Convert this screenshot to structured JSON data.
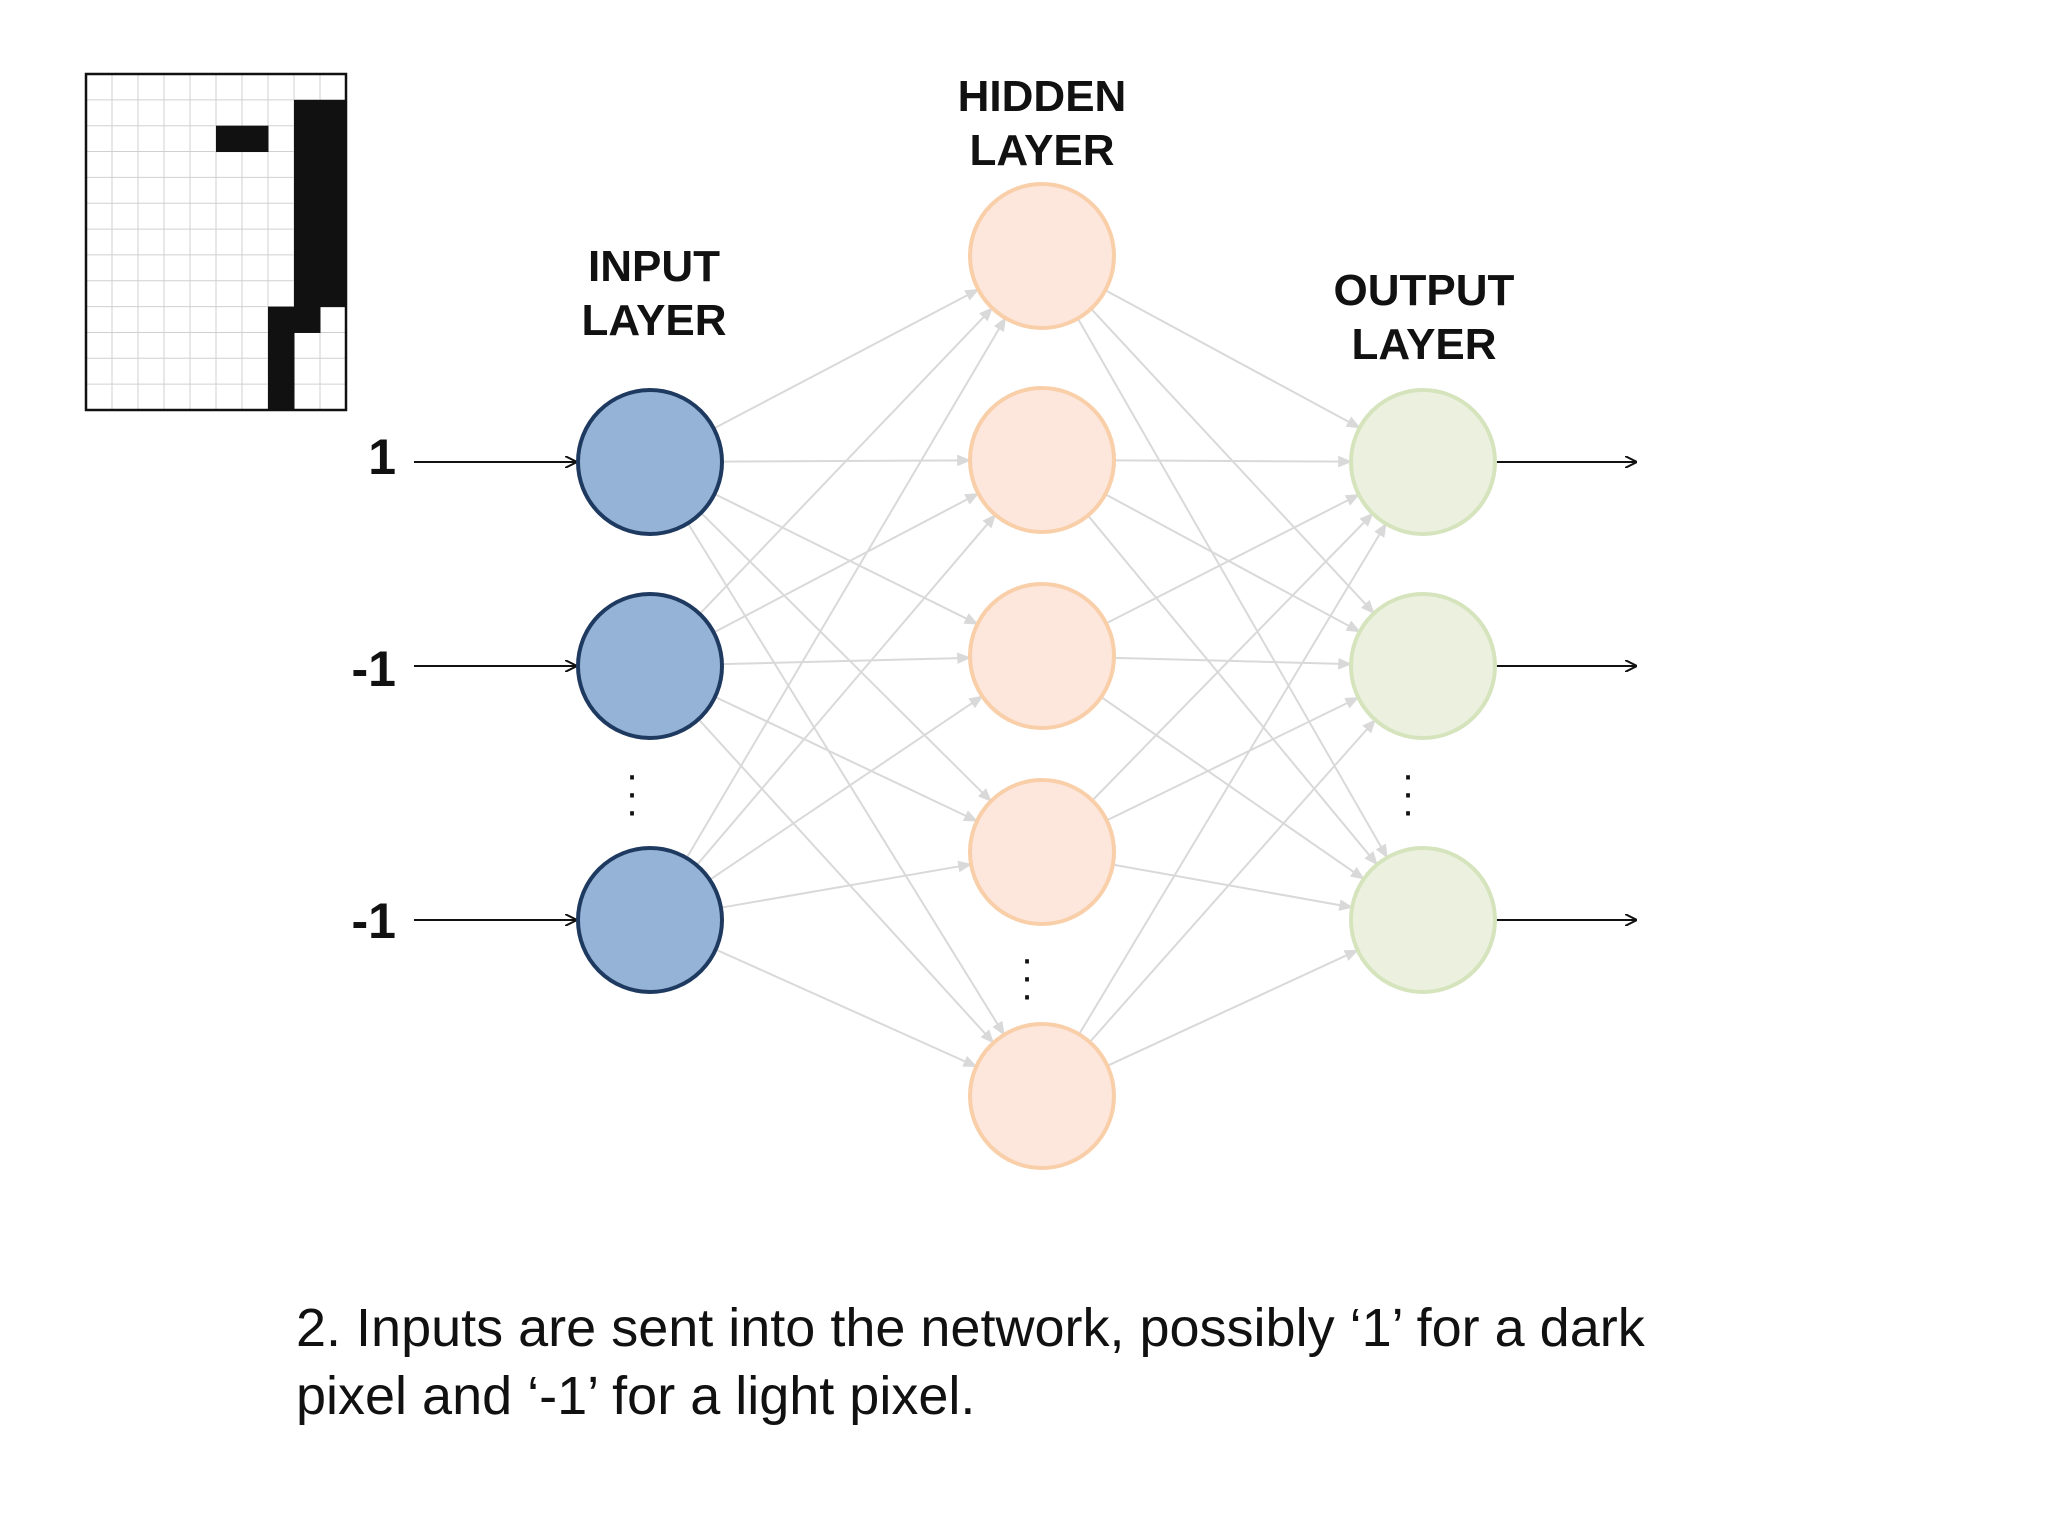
{
  "labels": {
    "input_title": [
      "INPUT",
      "LAYER"
    ],
    "hidden_title": [
      "HIDDEN",
      "LAYER"
    ],
    "output_title": [
      "OUTPUT",
      "LAYER"
    ]
  },
  "inputs": [
    "1",
    "-1",
    "-1"
  ],
  "pixel_grid": {
    "cols": 10,
    "rows": 13,
    "dark_cells": [
      [
        8,
        1
      ],
      [
        9,
        1
      ],
      [
        5,
        2
      ],
      [
        6,
        2
      ],
      [
        8,
        2
      ],
      [
        9,
        2
      ],
      [
        8,
        3
      ],
      [
        9,
        3
      ],
      [
        8,
        4
      ],
      [
        9,
        4
      ],
      [
        8,
        5
      ],
      [
        9,
        5
      ],
      [
        8,
        6
      ],
      [
        9,
        6
      ],
      [
        8,
        7
      ],
      [
        9,
        7
      ],
      [
        8,
        8
      ],
      [
        9,
        8
      ],
      [
        7,
        9
      ],
      [
        8,
        9
      ],
      [
        7,
        10
      ],
      [
        7,
        11
      ],
      [
        7,
        12
      ]
    ]
  },
  "caption": {
    "line1": "2. Inputs are sent into the network, possibly ‘1’ for a dark",
    "line2": "pixel and ‘-1’ for a light pixel."
  },
  "colors": {
    "input_fill": "#95b3d7",
    "input_stroke": "#1f3a60",
    "hidden_fill": "#fde6dc",
    "hidden_stroke": "#f9cfa9",
    "output_fill": "#ebf1de",
    "output_stroke": "#d5e4bd",
    "edge": "#d9d9d9",
    "arrow": "#111111"
  }
}
